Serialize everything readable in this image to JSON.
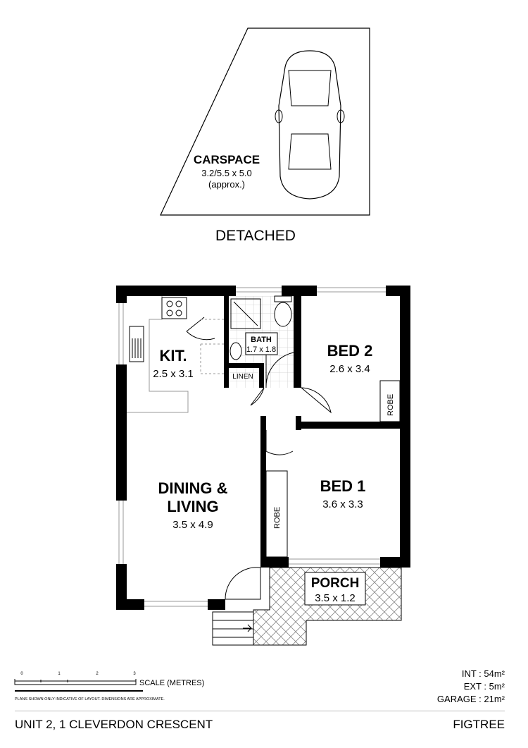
{
  "carspace": {
    "title": "CARSPACE",
    "dims": "3.2/5.5 x 5.0",
    "note": "(approx.)",
    "type_label": "DETACHED"
  },
  "rooms": {
    "kitchen": {
      "name": "KIT.",
      "dims": "2.5 x 3.1"
    },
    "bath": {
      "name": "BATH",
      "dims": "1.7 x 1.8"
    },
    "linen": {
      "name": "LINEN"
    },
    "bed2": {
      "name": "BED 2",
      "dims": "2.6 x 3.4",
      "robe": "ROBE"
    },
    "bed1": {
      "name": "BED 1",
      "dims": "3.6 x 3.3",
      "robe": "ROBE"
    },
    "living": {
      "name_line1": "DINING &",
      "name_line2": "LIVING",
      "dims": "3.5 x 4.9"
    },
    "porch": {
      "name": "PORCH",
      "dims": "3.5 x 1.2"
    }
  },
  "scale": {
    "ticks": [
      "0",
      "1",
      "2",
      "3"
    ],
    "label": "SCALE (METRES)",
    "disclaimer": "PLANS SHOWN ONLY INDICATIVE OF LAYOUT.  DIMENSIONS ARE APPROXIMATE."
  },
  "areas": {
    "int": "INT  :  54m²",
    "ext": "EXT  :  5m²",
    "garage": "GARAGE  :  21m²"
  },
  "footer": {
    "address": "UNIT 2, 1 CLEVERDON CRESCENT",
    "suburb": "FIGTREE"
  }
}
